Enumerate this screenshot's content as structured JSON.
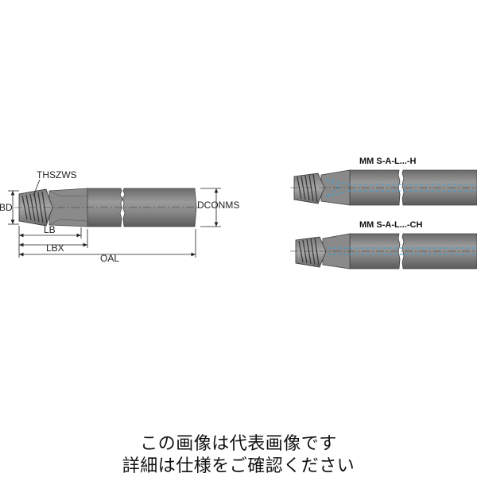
{
  "dimension_labels": {
    "thszws": "THSZWS",
    "bd": "BD",
    "dconms": "DCONMS",
    "lb": "LB",
    "lbx": "LBX",
    "oal": "OAL"
  },
  "variants": [
    {
      "name": "MM S-A-L...-H"
    },
    {
      "name": "MM S-A-L...-CH"
    }
  ],
  "caption": {
    "line1": "この画像は代表画像です",
    "line2": "詳細は仕様をご確認ください"
  }
}
